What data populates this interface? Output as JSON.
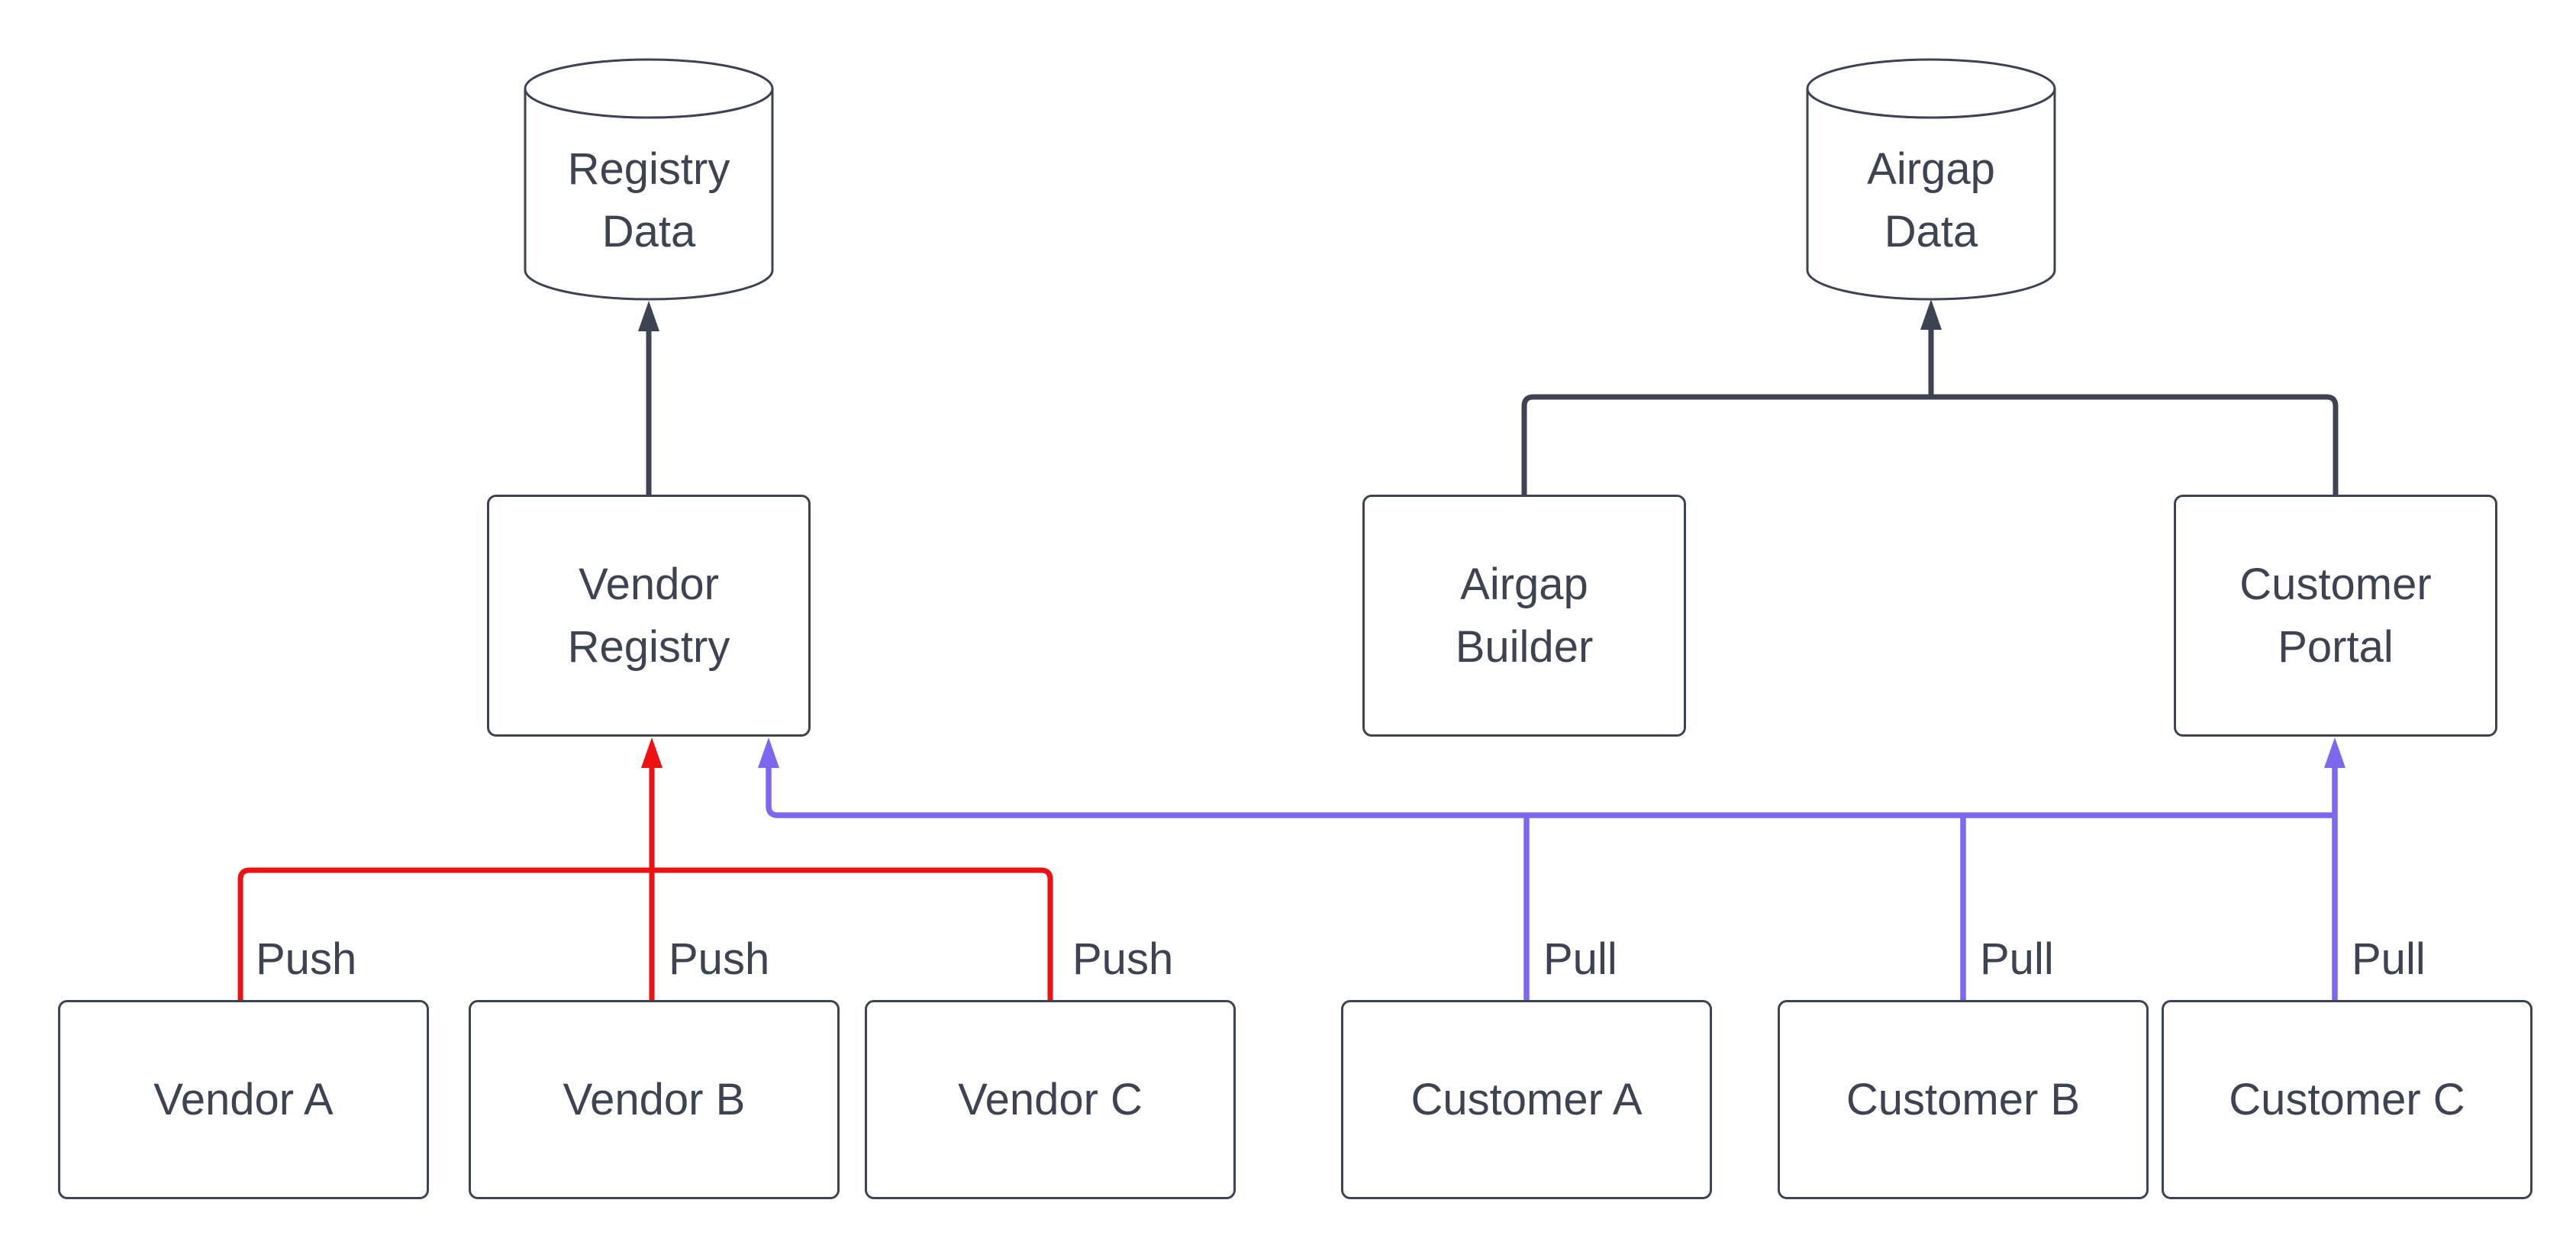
{
  "colors": {
    "dark": "#3c4452",
    "red": "#ee1111",
    "blue": "#7b68ee",
    "bg": "#ffffff",
    "node_fill": "#ffffff"
  },
  "datastores": [
    {
      "id": "registry-data",
      "label": "Registry\nData"
    },
    {
      "id": "airgap-data",
      "label": "Airgap\nData"
    }
  ],
  "services": [
    {
      "id": "vendor-registry",
      "label": "Vendor\nRegistry"
    },
    {
      "id": "airgap-builder",
      "label": "Airgap\nBuilder"
    },
    {
      "id": "customer-portal",
      "label": "Customer\nPortal"
    }
  ],
  "actors": [
    {
      "id": "vendor-a",
      "label": "Vendor A"
    },
    {
      "id": "vendor-b",
      "label": "Vendor B"
    },
    {
      "id": "vendor-c",
      "label": "Vendor C"
    },
    {
      "id": "customer-a",
      "label": "Customer A"
    },
    {
      "id": "customer-b",
      "label": "Customer B"
    },
    {
      "id": "customer-c",
      "label": "Customer C"
    }
  ],
  "edge_labels": [
    {
      "id": "push-vendor-a",
      "text": "Push"
    },
    {
      "id": "push-vendor-b",
      "text": "Push"
    },
    {
      "id": "push-vendor-c",
      "text": "Push"
    },
    {
      "id": "pull-customer-a",
      "text": "Pull"
    },
    {
      "id": "pull-customer-b",
      "text": "Pull"
    },
    {
      "id": "pull-customer-c",
      "text": "Pull"
    }
  ]
}
